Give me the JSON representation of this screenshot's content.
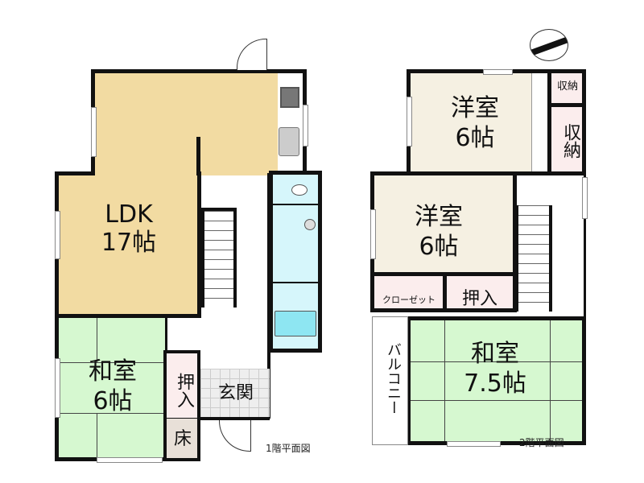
{
  "floor1": {
    "caption": "1階平面図",
    "ldk": {
      "name": "LDK",
      "size": "17帖"
    },
    "washitsu": {
      "name": "和室",
      "size": "6帖"
    },
    "oshiire": "押入",
    "toko": "床",
    "genkan": "玄関"
  },
  "floor2": {
    "caption": "2階平面図",
    "yoshitsu1": {
      "name": "洋室",
      "size": "6帖"
    },
    "yoshitsu2": {
      "name": "洋室",
      "size": "6帖"
    },
    "storage_small": "収納",
    "storage_large": "収納",
    "closet": "クローゼット",
    "oshiire": "押入",
    "washitsu": {
      "name": "和室",
      "size": "7.5帖"
    },
    "balcony": "バルコニー"
  },
  "colors": {
    "ldk": "#f2dba2",
    "washitsu": "#d6f8d0",
    "wet": "#d6f6fb",
    "storage": "#fbeded",
    "yoshitsu": "#f5f0e2"
  }
}
